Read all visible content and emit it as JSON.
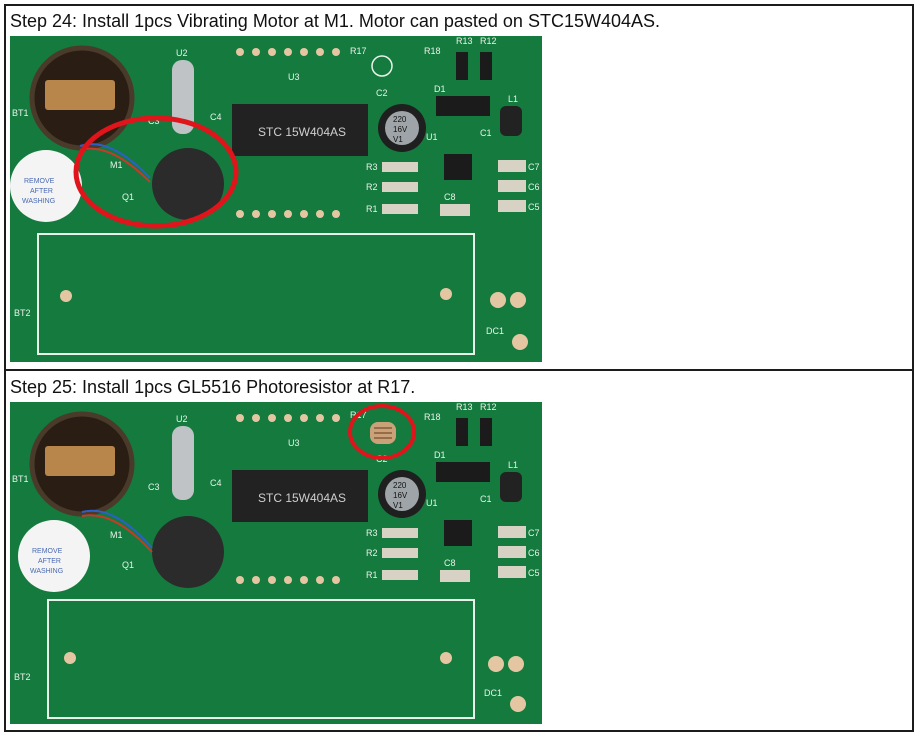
{
  "steps": [
    {
      "title": "Step 24: Install 1pcs Vibrating Motor at M1. Motor can pasted on STC15W404AS.",
      "labels": {
        "bt1": "BT1",
        "bt2": "BT2",
        "u2": "U2",
        "u3": "U3",
        "u1": "U1",
        "r17": "R17",
        "r18": "R18",
        "r13": "R13",
        "r12": "R12",
        "d1": "D1",
        "l1": "L1",
        "c2": "C2",
        "c3": "C3",
        "c4": "C4",
        "c1": "C1",
        "c8": "C8",
        "c7": "C7",
        "c6": "C6",
        "c5": "C5",
        "r3": "R3",
        "r2": "R2",
        "r1": "R1",
        "m1": "M1",
        "q1": "Q1",
        "dc1": "DC1",
        "chip": "STC 15W404AS",
        "cap_value": "220",
        "cap_voltage": "16V",
        "cap_code": "V1",
        "buzzer_line1": "REMOVE",
        "buzzer_line2": "AFTER",
        "buzzer_line3": "WASHING"
      },
      "highlight_target": "M1"
    },
    {
      "title": "Step 25: Install 1pcs GL5516 Photoresistor at R17.",
      "labels": {
        "bt1": "BT1",
        "bt2": "BT2",
        "u2": "U2",
        "u3": "U3",
        "u1": "U1",
        "r17": "R17",
        "r18": "R18",
        "r13": "R13",
        "r12": "R12",
        "d1": "D1",
        "l1": "L1",
        "c2": "C2",
        "c3": "C3",
        "c4": "C4",
        "c1": "C1",
        "c8": "C8",
        "c7": "C7",
        "c6": "C6",
        "c5": "C5",
        "r3": "R3",
        "r2": "R2",
        "r1": "R1",
        "m1": "M1",
        "q1": "Q1",
        "dc1": "DC1",
        "chip": "STC 15W404AS",
        "cap_value": "220",
        "cap_voltage": "16V",
        "cap_code": "V1",
        "buzzer_line1": "REMOVE",
        "buzzer_line2": "AFTER",
        "buzzer_line3": "WASHING"
      },
      "highlight_target": "R17"
    }
  ],
  "colors": {
    "pcb": "#157a3e",
    "pcb_dark": "#0e5f2e",
    "silkscreen": "#e8f3ea",
    "highlight": "#e0141b"
  }
}
